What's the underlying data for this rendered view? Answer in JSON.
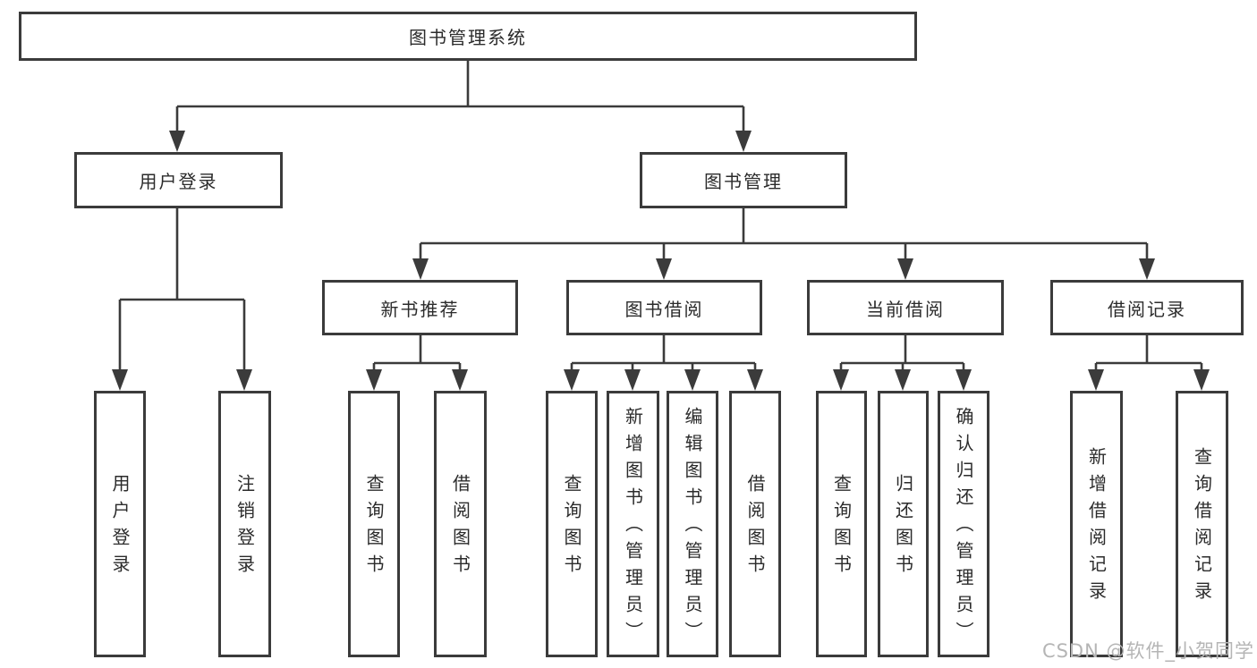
{
  "diagram": {
    "watermark": "CSDN @软件_小贺同学",
    "colors": {
      "line": "#3b3b3b",
      "box_border": "#3b3b3b",
      "text": "#2b2b2b",
      "background": "#ffffff",
      "watermark": "#b5b5b5"
    }
  },
  "tree": {
    "label": "图书管理系统",
    "children": [
      {
        "label": "用户登录",
        "children": [
          {
            "label": "用户登录"
          },
          {
            "label": "注销登录"
          }
        ]
      },
      {
        "label": "图书管理",
        "children": [
          {
            "label": "新书推荐",
            "children": [
              {
                "label": "查询图书"
              },
              {
                "label": "借阅图书"
              }
            ]
          },
          {
            "label": "图书借阅",
            "children": [
              {
                "label": "查询图书"
              },
              {
                "label": "新增图书（管理员）"
              },
              {
                "label": "编辑图书（管理员）"
              },
              {
                "label": "借阅图书"
              }
            ]
          },
          {
            "label": "当前借阅",
            "children": [
              {
                "label": "查询图书"
              },
              {
                "label": "归还图书"
              },
              {
                "label": "确认归还（管理员）"
              }
            ]
          },
          {
            "label": "借阅记录",
            "children": [
              {
                "label": "新增借阅记录"
              },
              {
                "label": "查询借阅记录"
              }
            ]
          }
        ]
      }
    ]
  }
}
